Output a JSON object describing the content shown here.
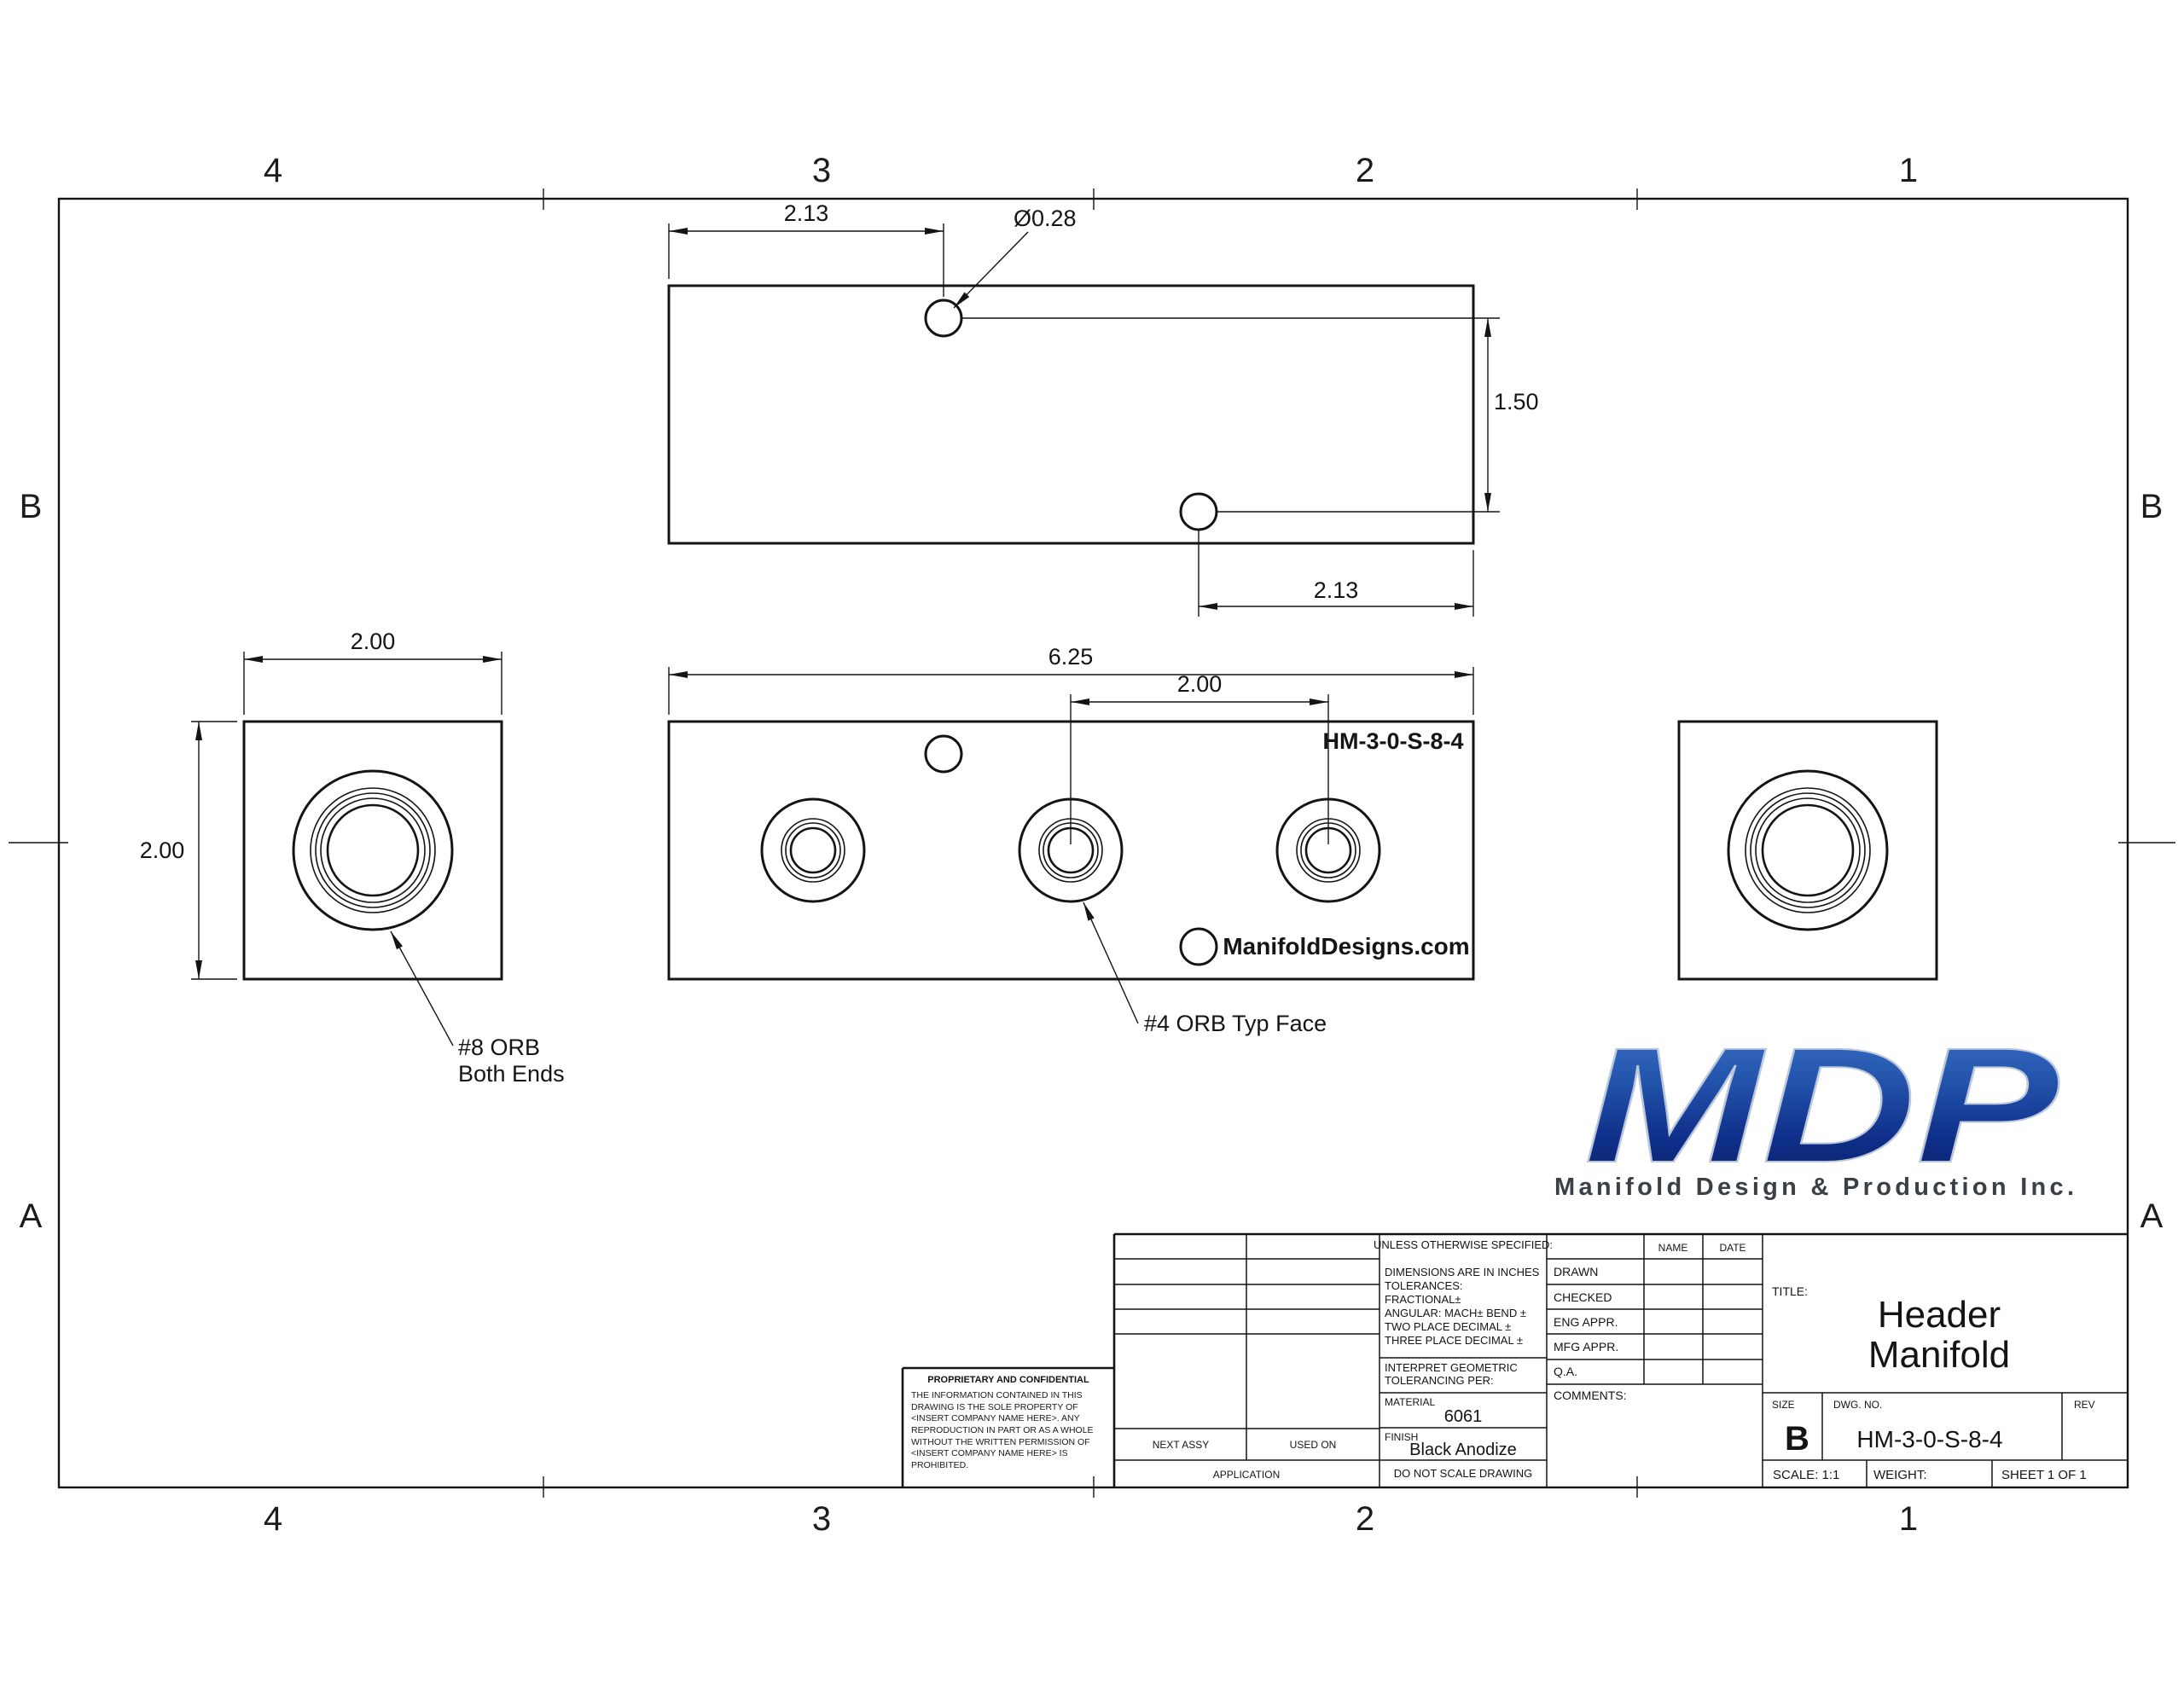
{
  "sheet": {
    "zone_columns": [
      "4",
      "3",
      "2",
      "1"
    ],
    "zone_rows": [
      "B",
      "A"
    ]
  },
  "drawing": {
    "top_view": {
      "dim_hole1_x": "2.13",
      "dim_hole_diameter": "Ø0.28",
      "dim_hole_spacing_y": "1.50",
      "dim_hole2_x": "2.13"
    },
    "front_view": {
      "dim_overall_length": "6.25",
      "dim_port_spacing": "2.00",
      "marking_part_number": "HM-3-0-S-8-4",
      "marking_website": "ManifoldDesigns.com",
      "note_face_ports": "#4 ORB Typ Face"
    },
    "end_view": {
      "dim_width": "2.00",
      "dim_height": "2.00",
      "note_end_port_line1": "#8 ORB",
      "note_end_port_line2": "Both Ends"
    }
  },
  "logo": {
    "wordmark": "MDP",
    "company_name": "Manifold Design & Production Inc."
  },
  "title_block": {
    "spec_header": "UNLESS OTHERWISE SPECIFIED:",
    "spec_lines": [
      "DIMENSIONS ARE IN INCHES",
      "TOLERANCES:",
      "FRACTIONAL±",
      "ANGULAR: MACH±    BEND ±",
      "TWO PLACE DECIMAL    ±",
      "THREE PLACE DECIMAL  ±"
    ],
    "interpret_line1": "INTERPRET GEOMETRIC",
    "interpret_line2": "TOLERANCING PER:",
    "material_label": "MATERIAL",
    "material_value": "6061",
    "finish_label": "FINISH",
    "finish_value": "Black Anodize",
    "do_not_scale": "DO NOT SCALE DRAWING",
    "name_header": "NAME",
    "date_header": "DATE",
    "approval_rows": [
      "DRAWN",
      "CHECKED",
      "ENG APPR.",
      "MFG APPR.",
      "Q.A.",
      "COMMENTS:"
    ],
    "title_label": "TITLE:",
    "title_line1": "Header",
    "title_line2": "Manifold",
    "size_label": "SIZE",
    "size_value": "B",
    "dwg_no_label": "DWG.  NO.",
    "dwg_no_value": "HM-3-0-S-8-4",
    "rev_label": "REV",
    "scale": "SCALE: 1:1",
    "weight": "WEIGHT:",
    "sheet": "SHEET 1 OF 1",
    "next_assy": "NEXT ASSY",
    "used_on": "USED ON",
    "application": "APPLICATION",
    "proprietary_header": "PROPRIETARY AND CONFIDENTIAL",
    "proprietary_body": "THE INFORMATION CONTAINED IN THIS DRAWING IS THE SOLE PROPERTY OF <INSERT COMPANY NAME HERE>.  ANY REPRODUCTION IN PART OR AS A WHOLE WITHOUT THE WRITTEN PERMISSION OF <INSERT COMPANY NAME HERE> IS PROHIBITED."
  }
}
